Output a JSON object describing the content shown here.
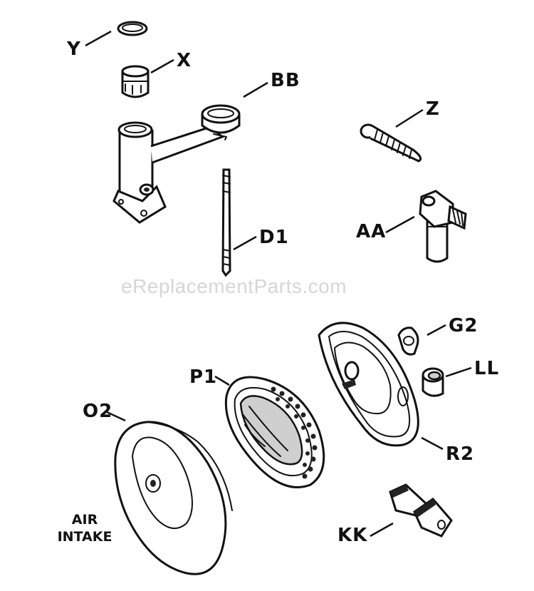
{
  "watermark": "eReplacementParts.com",
  "labels": {
    "y": "Y",
    "x": "X",
    "bb": "BB",
    "z": "Z",
    "aa": "AA",
    "d1": "D1",
    "g2": "G2",
    "ll": "LL",
    "p1": "P1",
    "o2": "O2",
    "r2": "R2",
    "kk": "KK"
  },
  "note": {
    "line1": "AIR",
    "line2": "INTAKE"
  }
}
